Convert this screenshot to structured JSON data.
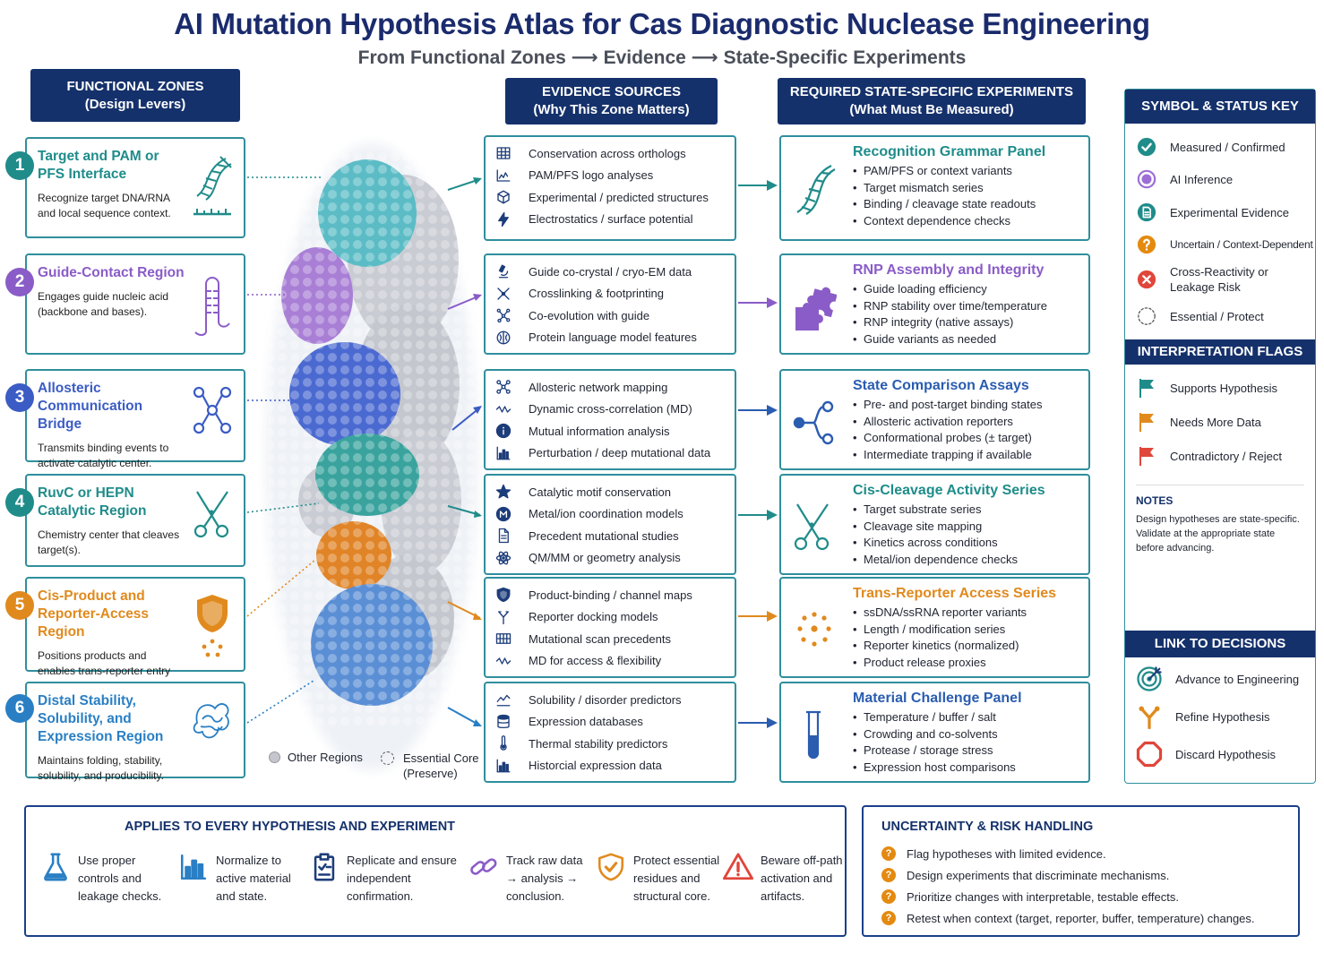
{
  "title": "AI Mutation Hypothesis Atlas for Cas Diagnostic Nuclease Engineering",
  "subtitle": "From Functional Zones ⟶ Evidence ⟶ State-Specific Experiments",
  "headers": {
    "zones": [
      "FUNCTIONAL ZONES",
      "(Design Levers)"
    ],
    "evidence": [
      "EVIDENCE SOURCES",
      "(Why This Zone Matters)"
    ],
    "experiments": [
      "REQUIRED STATE-SPECIFIC EXPERIMENTS",
      "(What Must Be Measured)"
    ]
  },
  "zones": [
    {
      "num": "1",
      "title": "Target and PAM or PFS  Interface",
      "desc": "Recognize target DNA/RNA and local sequence context.",
      "color": "#1f8c8a",
      "icon": "dna-ruler-icon"
    },
    {
      "num": "2",
      "title": "Guide-Contact Region",
      "desc": "Engages guide nucleic acid (backbone and bases).",
      "color": "#8a5cc7",
      "icon": "hairpin-icon"
    },
    {
      "num": "3",
      "title": "Allosteric Communication Bridge",
      "desc": "Transmits binding events to activate catalytic center.",
      "color": "#3b5cc4",
      "icon": "network-icon"
    },
    {
      "num": "4",
      "title": "RuvC or HEPN Catalytic Region",
      "desc": "Chemistry center that cleaves target(s).",
      "color": "#1f8c8a",
      "icon": "scissors-icon"
    },
    {
      "num": "5",
      "title": "Cis-Product and Reporter-Access Region",
      "desc": "Positions products and enables trans-reporter entry and turnover.",
      "color": "#e08a1e",
      "icon": "shield-icon"
    },
    {
      "num": "6",
      "title": "Distal Stability, Solubility, and Expression Region",
      "desc": "Maintains folding, stability, solubility, and producibility.",
      "color": "#2a7fc4",
      "icon": "protein-fold-icon"
    }
  ],
  "evidence": [
    {
      "items": [
        "Conservation across orthologs",
        "PAM/PFS logo analyses",
        "Experimental / predicted structures",
        "Electrostatics / surface potential"
      ],
      "icons": [
        "grid-icon",
        "logo-chart-icon",
        "cube-icon",
        "bolt-icon"
      ]
    },
    {
      "items": [
        "Guide co-crystal / cryo-EM data",
        "Crosslinking & footprinting",
        "Co-evolution with guide",
        "Protein language model features"
      ],
      "icons": [
        "microscope-icon",
        "crosslink-icon",
        "coevolution-icon",
        "brain-icon"
      ]
    },
    {
      "items": [
        "Allosteric network mapping",
        "Dynamic cross-correlation (MD)",
        "Mutual information analysis",
        "Perturbation / deep mutational data"
      ],
      "icons": [
        "network-icon",
        "wave-icon",
        "info-icon",
        "bar-chart-icon"
      ]
    },
    {
      "items": [
        "Catalytic motif conservation",
        "Metal/ion coordination models",
        "Precedent mutational studies",
        "QM/MM or geometry analysis"
      ],
      "icons": [
        "star-icon",
        "metal-icon",
        "document-icon",
        "atom-icon"
      ]
    },
    {
      "items": [
        "Product-binding / channel maps",
        "Reporter docking models",
        "Mutational scan precedents",
        "MD for access & flexibility"
      ],
      "icons": [
        "shield-icon",
        "fork-icon",
        "scan-grid-icon",
        "wave-icon"
      ]
    },
    {
      "items": [
        "Solubility / disorder predictors",
        "Expression databases",
        "Thermal stability predictors",
        "Historcial expression data"
      ],
      "icons": [
        "line-chart-icon",
        "database-icon",
        "thermometer-icon",
        "bar-chart-icon"
      ]
    }
  ],
  "experiments": [
    {
      "title": "Recognition Grammar Panel",
      "items": [
        "PAM/PFS or context variants",
        "Target mismatch series",
        "Binding / cleavage state readouts",
        "Context dependence checks"
      ],
      "color": "#1f8c8a",
      "icon": "dna-icon"
    },
    {
      "title": "RNP Assembly and Integrity",
      "items": [
        "Guide loading efficiency",
        "RNP stability over time/temperature",
        "RNP integrity (native assays)",
        "Guide variants as needed"
      ],
      "color": "#8a5cc7",
      "icon": "puzzle-icon"
    },
    {
      "title": "State Comparison Assays",
      "items": [
        "Pre- and post-target binding states",
        "Allosteric activation reporters",
        "Conformational probes (± target)",
        "Intermediate trapping if available"
      ],
      "color": "#2a5cb0",
      "icon": "state-branch-icon"
    },
    {
      "title": "Cis-Cleavage Activity Series",
      "items": [
        "Target substrate series",
        "Cleavage site mapping",
        "Kinetics across conditions",
        "Metal/ion dependence checks"
      ],
      "color": "#1f8c8a",
      "icon": "scissors-icon"
    },
    {
      "title": "Trans-Reporter Access Series",
      "items": [
        "ssDNA/ssRNA reporter variants",
        "Length / modification series",
        "Reporter kinetics (normalized)",
        "Product release proxies"
      ],
      "color": "#e08a1e",
      "icon": "dots-ring-icon"
    },
    {
      "title": "Material Challenge Panel",
      "items": [
        "Temperature / buffer / salt",
        "Crowding and co-solvents",
        "Protease / storage stress",
        "Expression host comparisons"
      ],
      "color": "#2a5cb0",
      "icon": "test-tube-icon"
    }
  ],
  "legend": {
    "other": "Other Regions",
    "core": "Essential Core (Preserve)"
  },
  "symbol_key": {
    "title": "SYMBOL & STATUS KEY",
    "items": [
      {
        "label": "Measured / Confirmed",
        "icon": "check-icon"
      },
      {
        "label": "AI Inference",
        "icon": "ai-dot-icon"
      },
      {
        "label": "Experimental Evidence",
        "icon": "doc-evidence-icon"
      },
      {
        "label": "Uncertain / Context-Dependent",
        "icon": "question-icon"
      },
      {
        "label": "Cross-Reactivity or Leakage Risk",
        "icon": "x-circle-icon"
      },
      {
        "label": "Essential / Protect",
        "icon": "dashed-circle-icon"
      }
    ]
  },
  "flags": {
    "title": "INTERPRETATION FLAGS",
    "items": [
      {
        "label": "Supports Hypothesis",
        "color": "#1f8c8a"
      },
      {
        "label": "Needs More Data",
        "color": "#e08a1e"
      },
      {
        "label": "Contradictory / Reject",
        "color": "#e0463a"
      }
    ]
  },
  "notes": {
    "title": "NOTES",
    "text": "Design hypotheses are state-specific. Validate at the appropriate state before advancing."
  },
  "decisions": {
    "title": "LINK TO DECISIONS",
    "items": [
      {
        "label": "Advance to Engineering",
        "icon": "target-icon"
      },
      {
        "label": "Refine Hypothesis",
        "icon": "branch-icon"
      },
      {
        "label": "Discard Hypothesis",
        "icon": "stop-icon"
      }
    ]
  },
  "applies": {
    "title": "APPLIES TO EVERY HYPOTHESIS AND EXPERIMENT",
    "items": [
      {
        "text": "Use proper controls and leakage checks.",
        "icon": "flask-icon"
      },
      {
        "text": "Normalize to active material and state.",
        "icon": "bar-chart-icon"
      },
      {
        "text": "Replicate and ensure independent confirmation.",
        "icon": "clipboard-icon"
      },
      {
        "text": "Track raw data → analysis → conclusion.",
        "icon": "link-icon"
      },
      {
        "text": "Protect essential residues and structural core.",
        "icon": "shield-check-icon"
      },
      {
        "text": "Beware off-path activation and artifacts.",
        "icon": "warning-icon"
      }
    ]
  },
  "uncertainty": {
    "title": "UNCERTAINTY & RISK HANDLING",
    "items": [
      "Flag hypotheses with limited evidence.",
      "Design experiments that discriminate mechanisms.",
      "Prioritize changes with interpretable, testable effects.",
      "Retest when context (target, reporter, buffer, temperature) changes."
    ]
  },
  "colors": {
    "navy": "#15316b",
    "teal": "#2f8f9d"
  }
}
